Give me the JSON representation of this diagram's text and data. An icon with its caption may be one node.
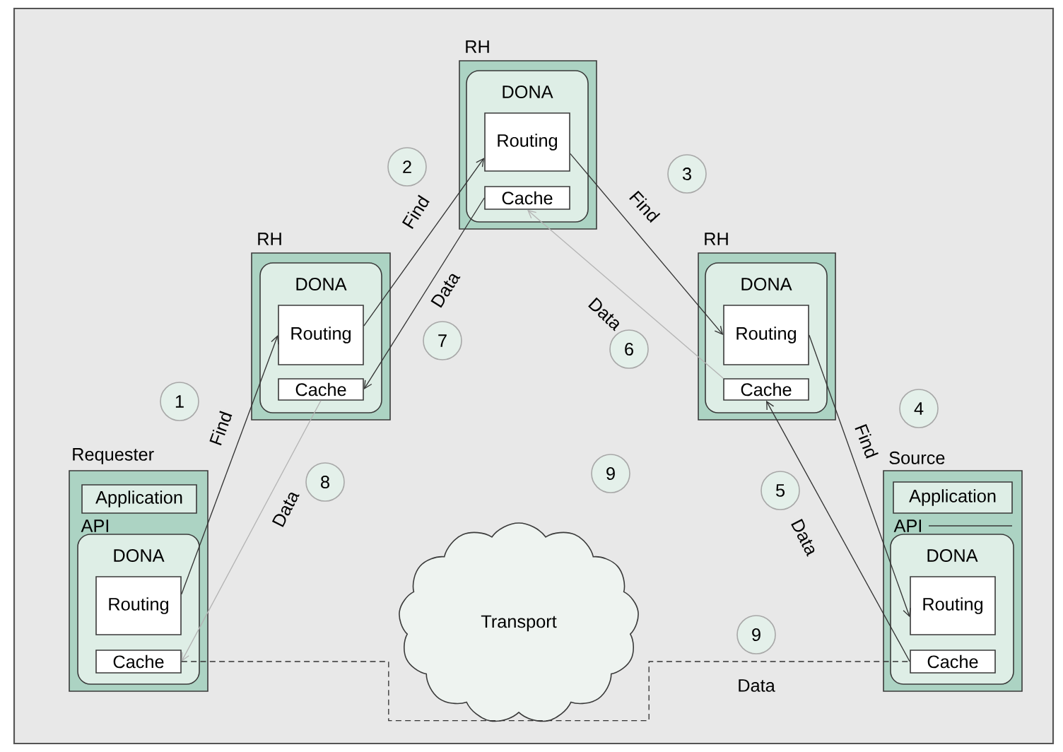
{
  "diagram": {
    "nodes": [
      {
        "text": [
          "Requester",
          "API"
        ]
      },
      {
        "text": [
          "Application"
        ],
        "in": 0
      },
      {
        "text": [
          "DONA"
        ],
        "in": 0
      },
      {
        "text": [
          "Routing"
        ],
        "in": 2
      },
      {
        "text": [
          "Cache"
        ],
        "in": 2
      },
      {
        "text": [
          "RH"
        ]
      },
      {
        "text": [
          "DONA"
        ],
        "in": 5
      },
      {
        "text": [
          "Routing"
        ],
        "in": 6
      },
      {
        "text": [
          "Cache"
        ],
        "in": 6
      },
      {
        "text": [
          "RH"
        ]
      },
      {
        "text": [
          "DONA"
        ],
        "in": 9
      },
      {
        "text": [
          "Routing"
        ],
        "in": 10
      },
      {
        "text": [
          "Cache"
        ],
        "in": 10
      },
      {
        "text": [
          "RH"
        ]
      },
      {
        "text": [
          "DONA"
        ],
        "in": 13
      },
      {
        "text": [
          "Routing"
        ],
        "in": 14
      },
      {
        "text": [
          "Cache"
        ],
        "in": 14
      },
      {
        "text": [
          "Source",
          "API"
        ]
      },
      {
        "text": [
          "Application"
        ],
        "in": 17
      },
      {
        "text": [
          "DONA"
        ],
        "in": 17
      },
      {
        "text": [
          "Routing"
        ],
        "in": 19
      },
      {
        "text": [
          "Cache"
        ],
        "in": 19
      },
      {
        "text": [
          "Transport"
        ]
      },
      {
        "text": [
          "2"
        ]
      },
      {
        "text": [
          "3"
        ]
      },
      {
        "text": [
          "7"
        ]
      },
      {
        "text": [
          "6"
        ]
      },
      {
        "text": [
          "1"
        ]
      },
      {
        "text": [
          "4"
        ]
      },
      {
        "text": [
          "8"
        ]
      },
      {
        "text": [
          "9"
        ]
      },
      {
        "text": [
          "5"
        ]
      },
      {
        "text": [
          "9"
        ]
      }
    ],
    "edges": [
      {
        "from": 3,
        "to": 7,
        "arrow": "to",
        "label": "Find"
      },
      {
        "from": 7,
        "to": 11,
        "arrow": "to",
        "label": "Find"
      },
      {
        "from": 11,
        "to": 15,
        "arrow": "to",
        "label": "Find"
      },
      {
        "from": 15,
        "to": 20,
        "arrow": "to",
        "label": "Find"
      },
      {
        "from": 21,
        "to": 16,
        "arrow": "to",
        "label": "Data"
      },
      {
        "from": 16,
        "to": 12,
        "arrow": "to",
        "label": "Data",
        "color": "#b4b4b4"
      },
      {
        "from": 12,
        "to": 8,
        "arrow": "to",
        "label": "Data"
      },
      {
        "from": 8,
        "to": 4,
        "arrow": "to",
        "label": "Data",
        "color": "#b4b4b4"
      },
      {
        "from": 4,
        "to": 21,
        "arrow": "none",
        "label": "Data",
        "style": "dashed"
      }
    ]
  }
}
